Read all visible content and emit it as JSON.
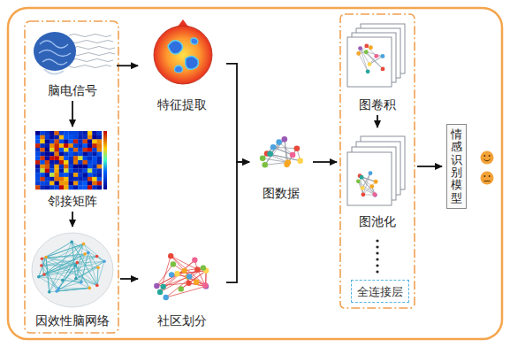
{
  "diagram": {
    "nodes": [
      {
        "text": [
          "脑电信号"
        ]
      },
      {
        "text": [
          "邻接矩阵"
        ]
      },
      {
        "text": [
          "因效性脑网络"
        ]
      },
      {
        "text": [
          "特征提取"
        ]
      },
      {
        "text": [
          "社区划分"
        ]
      },
      {
        "text": [
          "图数据"
        ]
      },
      {
        "text": [
          "图卷积"
        ]
      },
      {
        "text": [
          "图池化"
        ]
      },
      {
        "text": [
          "全连接层"
        ]
      },
      {
        "text": [
          "情感识别模型"
        ]
      }
    ],
    "edges": [
      {
        "from": 0,
        "to": 1,
        "arrow": "to"
      },
      {
        "from": 1,
        "to": 2,
        "arrow": "to"
      },
      {
        "from": 0,
        "to": 3,
        "arrow": "to"
      },
      {
        "from": 2,
        "to": 4,
        "arrow": "to"
      },
      {
        "from": 3,
        "to": 5,
        "arrow": "to"
      },
      {
        "from": 4,
        "to": 5,
        "arrow": "to"
      },
      {
        "from": 6,
        "to": 7,
        "arrow": "to"
      }
    ]
  }
}
